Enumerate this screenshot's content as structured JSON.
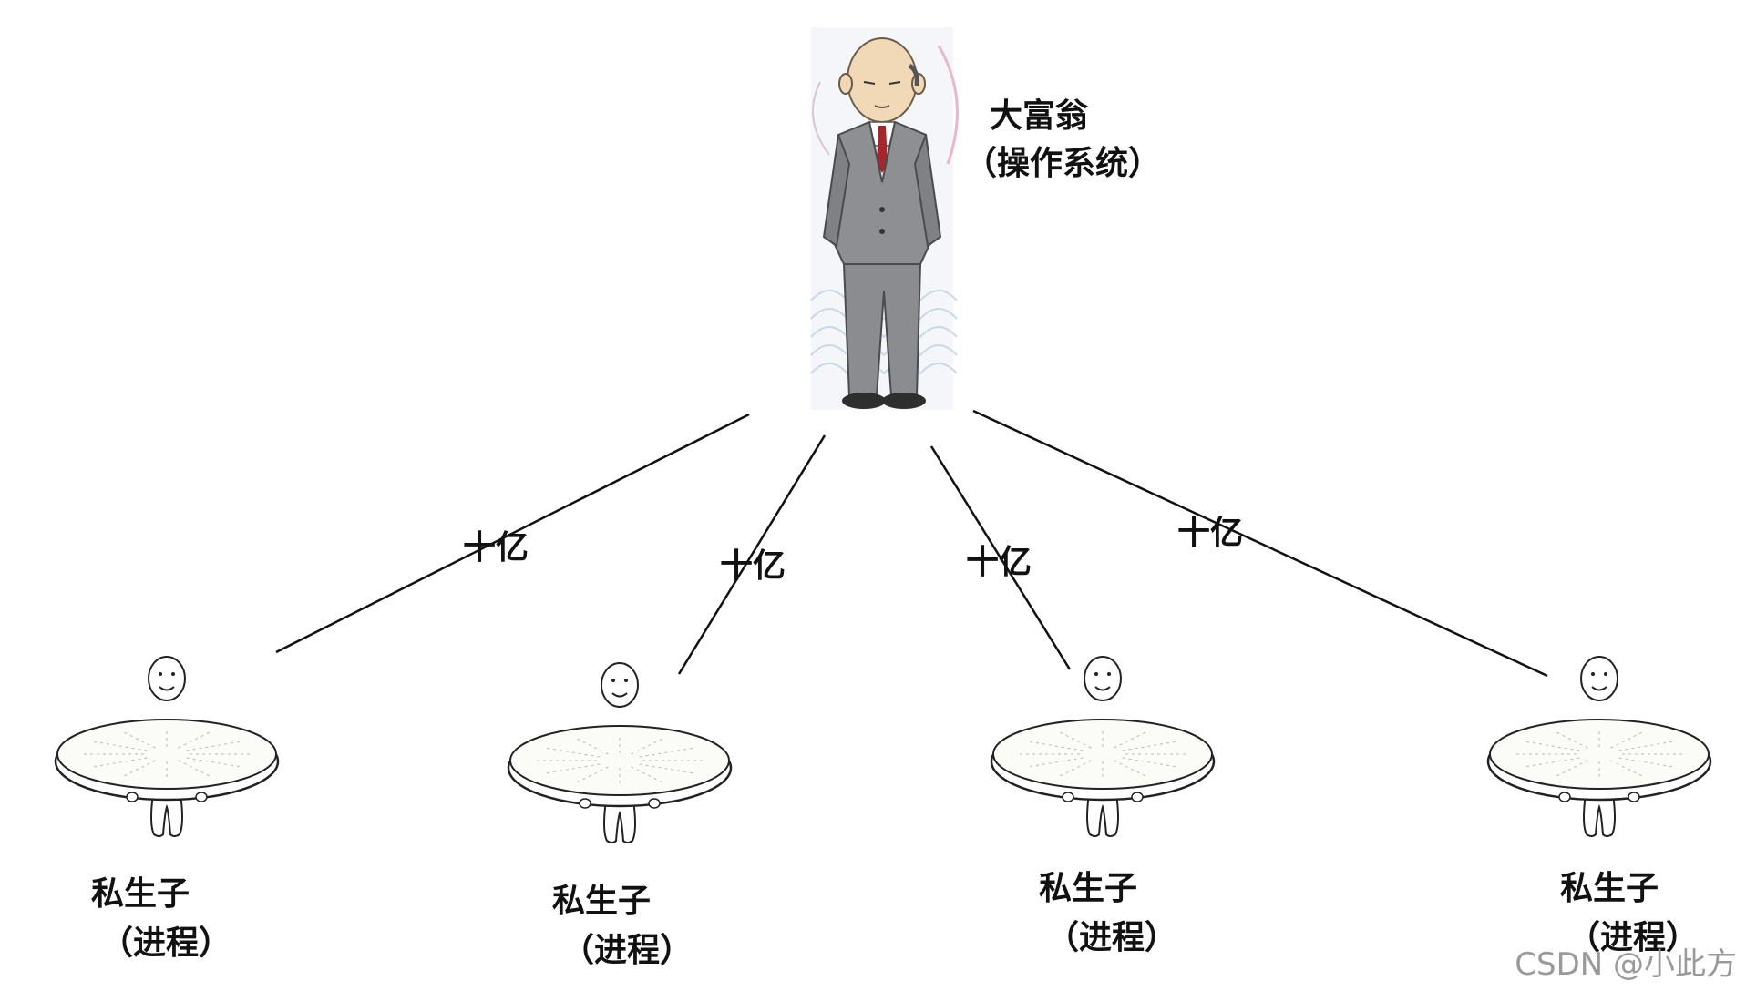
{
  "root": {
    "name": "大富翁",
    "role": "（操作系统）",
    "icon": "old-man-in-suit-icon"
  },
  "edges": [
    {
      "label": "十亿"
    },
    {
      "label": "十亿"
    },
    {
      "label": "十亿"
    },
    {
      "label": "十亿"
    }
  ],
  "children": [
    {
      "name": "私生子",
      "role": "（进程）",
      "icon": "person-holding-pie-icon"
    },
    {
      "name": "私生子",
      "role": "（进程）",
      "icon": "person-holding-pie-icon"
    },
    {
      "name": "私生子",
      "role": "（进程）",
      "icon": "person-holding-pie-icon"
    },
    {
      "name": "私生子",
      "role": "（进程）",
      "icon": "person-holding-pie-icon"
    }
  ],
  "watermark": "CSDN @小此方"
}
